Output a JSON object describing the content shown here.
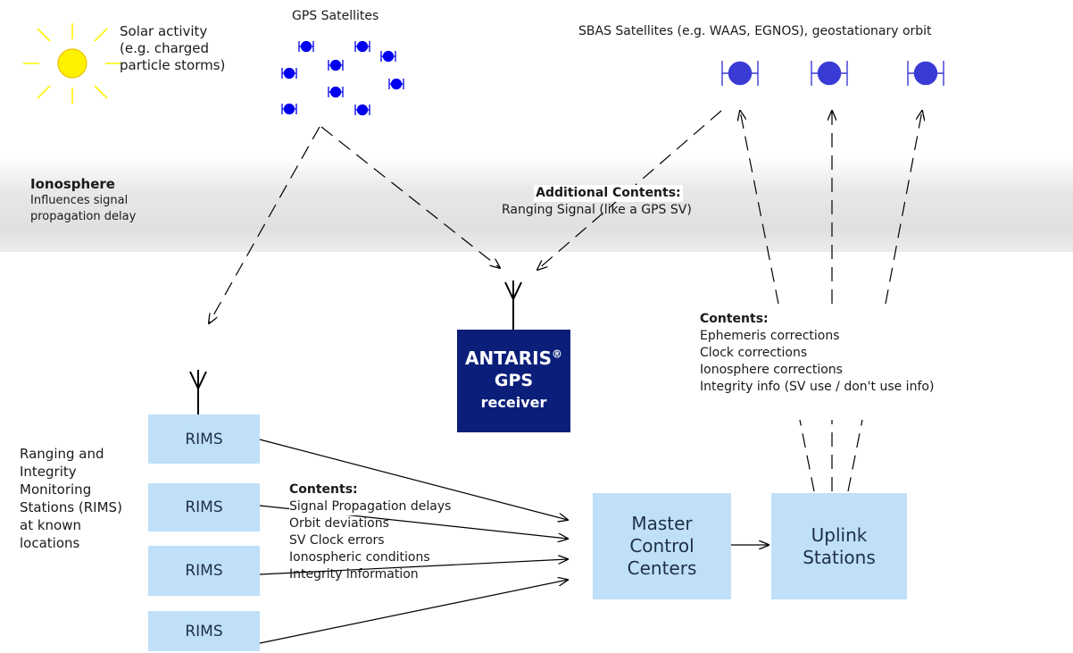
{
  "solar": {
    "lines": [
      "Solar activity",
      "(e.g. charged",
      "particle storms)"
    ]
  },
  "gps_satellites_label": "GPS Satellites",
  "sbas_label": "SBAS Satellites (e.g. WAAS, EGNOS), geostationary orbit",
  "ionosphere": {
    "title": "Ionosphere",
    "lines": [
      "Influences signal",
      "propagation delay"
    ]
  },
  "additional": {
    "title": "Additional Contents:",
    "text": "Ranging Signal (like a GPS SV)"
  },
  "receiver": {
    "brand": "ANTARIS",
    "mark": "®",
    "product": "GPS",
    "subtitle": "receiver"
  },
  "uplink_contents": {
    "title": "Contents:",
    "items": [
      "Ephemeris corrections",
      "Clock corrections",
      "Ionosphere corrections",
      "Integrity info (SV use / don't use info)"
    ]
  },
  "rims_description": {
    "lines": [
      "Ranging and",
      "Integrity",
      "Monitoring",
      "Stations (RIMS)",
      "at known",
      "locations"
    ]
  },
  "rims_boxes": [
    "RIMS",
    "RIMS",
    "RIMS",
    "RIMS"
  ],
  "rims_contents": {
    "title": "Contents:",
    "items": [
      "Signal Propagation delays",
      "Orbit deviations",
      "SV Clock errors",
      "Ionospheric conditions",
      "Integrity information"
    ]
  },
  "master": {
    "lines": [
      "Master",
      "Control",
      "Centers"
    ]
  },
  "uplink": {
    "lines": [
      "Uplink",
      "Stations"
    ]
  },
  "colors": {
    "rims_box": "#bfe0f8",
    "receiver": "#0b1f7a",
    "satellite": "#0000ee",
    "sbas_satellite": "#3a3ad4",
    "ionosphere": "#e6e6e6",
    "sun": "#fff200"
  }
}
